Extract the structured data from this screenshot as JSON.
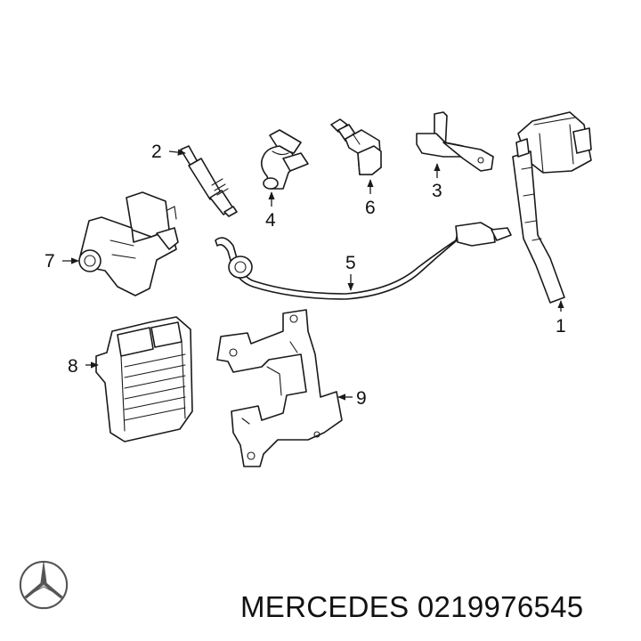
{
  "callouts": {
    "c1": "1",
    "c2": "2",
    "c3": "3",
    "c4": "4",
    "c5": "5",
    "c6": "6",
    "c7": "7",
    "c8": "8",
    "c9": "9"
  },
  "brand": {
    "name": "MERCEDES",
    "part_number": "0219976545",
    "logo_icon": "mercedes-star-icon"
  },
  "colors": {
    "line": "#1a1a1a",
    "background": "#ffffff"
  }
}
